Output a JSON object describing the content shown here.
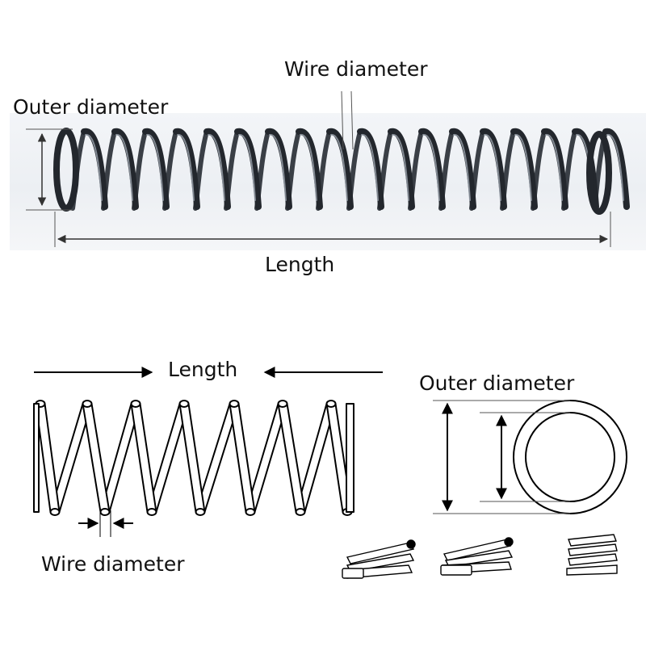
{
  "photo_section": {
    "wire_diameter_label": "Wire diameter",
    "outer_diameter_label": "Outer diameter",
    "length_label": "Length"
  },
  "drawing_section": {
    "length_label": "Length",
    "outer_diameter_label": "Outer diameter",
    "wire_diameter_label": "Wire diameter"
  },
  "colors": {
    "spring_metal": "#2b2f36",
    "spring_highlight": "#8a929c",
    "line": "#111111",
    "photo_background": "#eef0f3"
  }
}
